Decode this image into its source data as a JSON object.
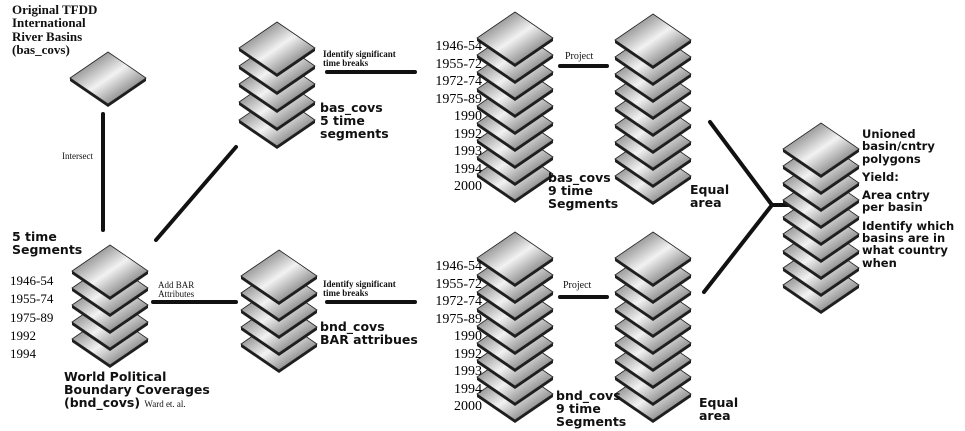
{
  "colors": {
    "ink": "#111111",
    "layer_dark": "#3a3a3a",
    "layer_light": "#e8e8e8"
  },
  "source": {
    "title": [
      "Original TFDD",
      "International",
      "River Basins",
      "(bas_covs)"
    ]
  },
  "intersect_label": "Intersect",
  "bnd": {
    "segments_title": [
      "5 time",
      "Segments"
    ],
    "years": [
      "1946-54",
      "1955-74",
      "1975-89",
      "1992",
      "1994"
    ],
    "label": [
      "World Political",
      "Boundary Coverages"
    ],
    "label_last": "(bnd_covs)",
    "credit": "Ward et. al."
  },
  "add_bar_label": [
    "Add BAR",
    "Attributes"
  ],
  "bas5": {
    "label": [
      "bas_covs",
      "5 time",
      "segments"
    ]
  },
  "bndbar": {
    "label": [
      "bnd_covs",
      "BAR attribues"
    ]
  },
  "identify_label": [
    "Identify significant",
    "time breaks"
  ],
  "years9": [
    "1946-54",
    "1955-72",
    "1972-74",
    "1975-89",
    "1990",
    "1992",
    "1993",
    "1994",
    "2000"
  ],
  "bas9": {
    "label": [
      "bas_covs",
      "9 time",
      "Segments"
    ]
  },
  "bnd9": {
    "label": [
      "bnd_covs",
      "9 time",
      "Segments"
    ]
  },
  "project_label": "Project",
  "equal_area_label": [
    "Equal",
    "area"
  ],
  "result": {
    "lines": [
      "Unioned",
      "basin/cntry",
      "polygons",
      "",
      "Yield:",
      "",
      "Area cntry",
      "per basin",
      "",
      "Identify which",
      "basins are in",
      "what country",
      "when"
    ]
  }
}
